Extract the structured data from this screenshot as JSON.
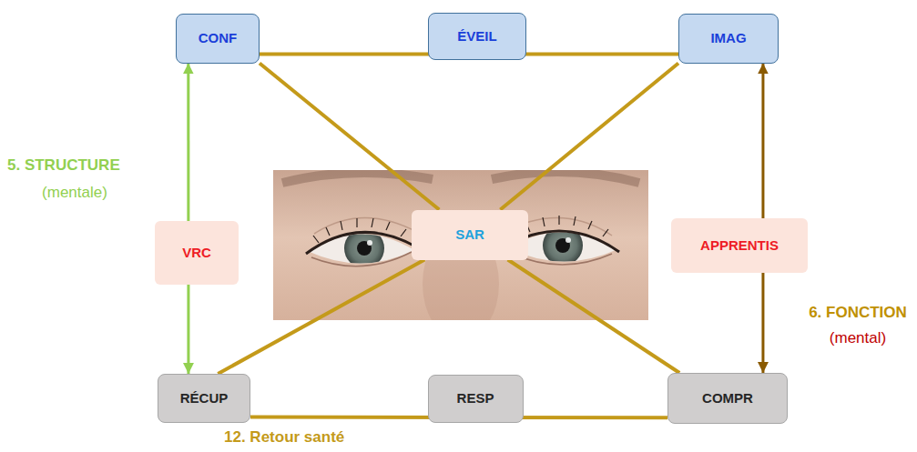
{
  "diagram": {
    "nodes": [
      {
        "text": [
          "CONF"
        ]
      },
      {
        "text": [
          "ÉVEIL"
        ]
      },
      {
        "text": [
          "IMAG"
        ]
      },
      {
        "text": [
          "VRC"
        ]
      },
      {
        "text": [
          "SAR"
        ]
      },
      {
        "text": [
          "APPRENTIS"
        ]
      },
      {
        "text": [
          "RÉCUP"
        ]
      },
      {
        "text": [
          "RESP"
        ]
      },
      {
        "text": [
          "COMPR"
        ]
      }
    ],
    "edges": [
      {
        "from": 0,
        "to": 2,
        "arrow": "none"
      },
      {
        "from": 0,
        "to": 4,
        "arrow": "none"
      },
      {
        "from": 2,
        "to": 4,
        "arrow": "none"
      },
      {
        "from": 4,
        "to": 6,
        "arrow": "none"
      },
      {
        "from": 4,
        "to": 8,
        "arrow": "none"
      },
      {
        "from": 6,
        "to": 8,
        "arrow": "none"
      },
      {
        "from": 0,
        "to": 6,
        "arrow": "both"
      },
      {
        "from": 2,
        "to": 8,
        "arrow": "both"
      }
    ],
    "labels": [
      "5. STRUCTURE",
      "(mentale)",
      "6. FONCTION",
      "(mental)",
      "12. Retour santé"
    ]
  }
}
